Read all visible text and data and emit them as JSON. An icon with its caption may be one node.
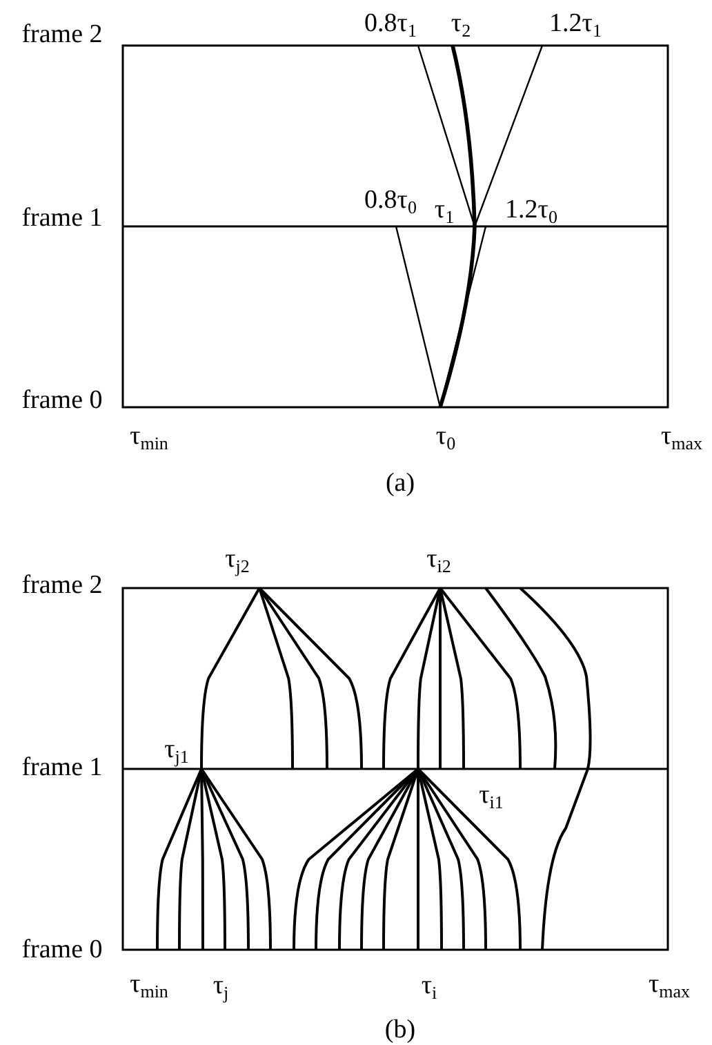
{
  "diagram": {
    "labels": [
      "frame 2",
      "0.8τ$_{1}$",
      "τ$_{2}$",
      "1.2τ$_{1}$",
      "frame 1",
      "0.8τ$_{0}$",
      "τ$_{1}$",
      "1.2τ$_{0}$",
      "frame 0",
      "τ$_{min}$",
      "τ$_{0}$",
      "τ$_{max}$",
      "(a)",
      "τ$_{j2}$",
      "τ$_{i2}$",
      "frame 2",
      "τ$_{j1}$",
      "frame 1",
      "τ$_{i1}$",
      "frame 0",
      "τ$_{min}$",
      "τ$_{j}$",
      "τ$_{i}$",
      "τ$_{max}$",
      "(b)"
    ]
  }
}
